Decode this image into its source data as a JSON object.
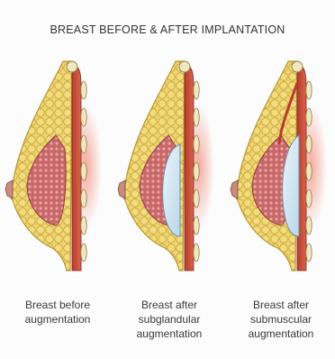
{
  "title": "BREAST BEFORE & AFTER IMPLANTATION",
  "panels": [
    {
      "caption": [
        "Breast before",
        "augmentation"
      ],
      "implant": "none"
    },
    {
      "caption": [
        "Breast after",
        "subglandular",
        "augmentation"
      ],
      "implant": "subglandular"
    },
    {
      "caption": [
        "Breast after",
        "submuscular",
        "augmentation"
      ],
      "implant": "submuscular"
    }
  ],
  "colors": {
    "fat": "#efd36a",
    "fat_outline": "#b8952f",
    "gland": "#c9656b",
    "muscle": "#c84a36",
    "skin_shadow": "#f3a293",
    "implant": "#cfe3f1",
    "rib": "#f1e7c0"
  }
}
